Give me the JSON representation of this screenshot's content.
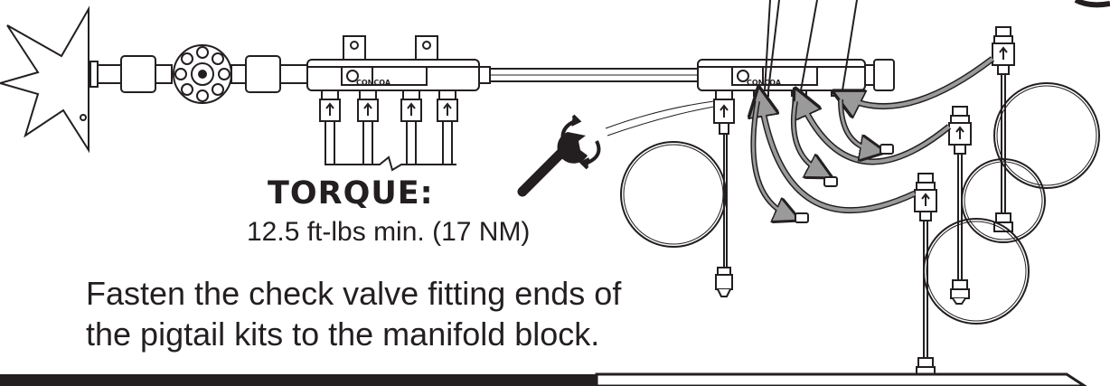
{
  "diagram": {
    "torque": {
      "title": "TORQUE:",
      "value": "12.5 ft-lbs min. (17 NM)"
    },
    "instruction_lines": [
      "Fasten the check valve fitting ends of",
      "the pigtail kits to the manifold block."
    ],
    "manifold_brand": "CONCOA",
    "colors": {
      "line": "#231f20",
      "arrow_fill": "#9a9a9a",
      "bar": "#231f20",
      "background": "#ffffff"
    },
    "icons": [
      "wrench-icon",
      "rotation-arrows-icon",
      "valve-handwheel-icon",
      "check-valve-icon",
      "pigtail-coil-icon",
      "insertion-arrow-icon"
    ]
  }
}
